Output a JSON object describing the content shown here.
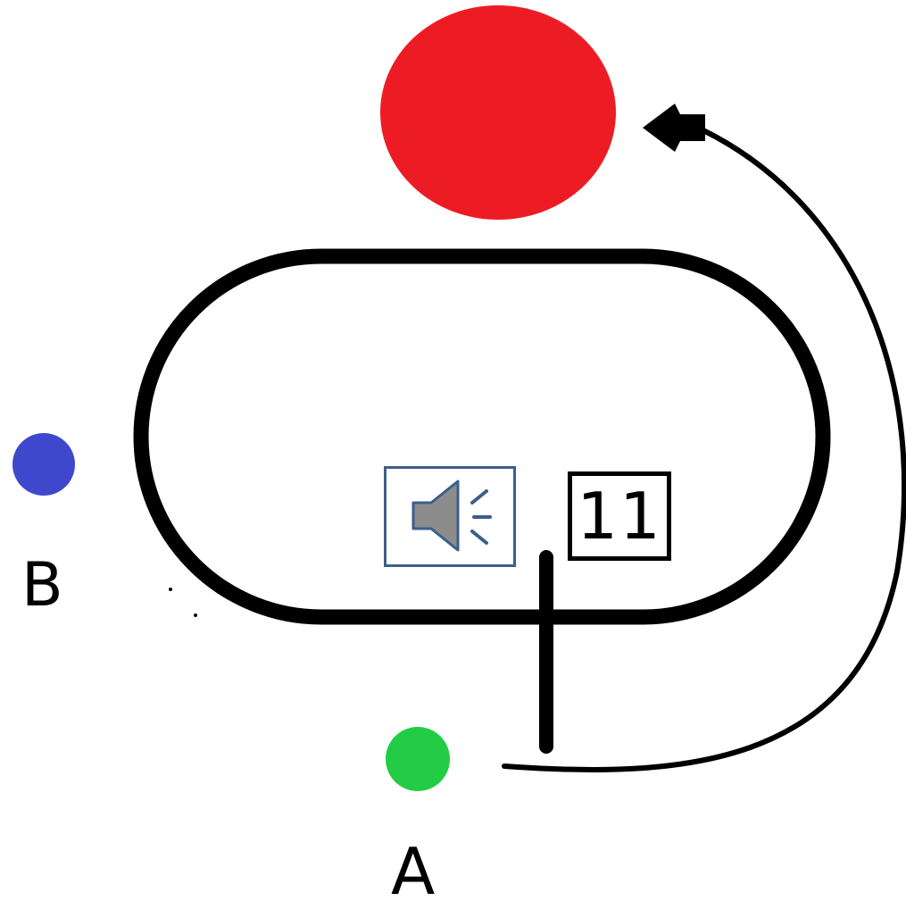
{
  "labels": {
    "point_b": "B",
    "point_a": "A",
    "number_box": "11"
  },
  "icons": {
    "audio": "speaker-icon"
  },
  "colors": {
    "big_circle": "#ed1c24",
    "point_b": "#3f48cc",
    "point_a": "#22cc44",
    "track": "#000000",
    "speaker_border": "#3b5f8a",
    "speaker_fill": "#8c8c8c"
  }
}
